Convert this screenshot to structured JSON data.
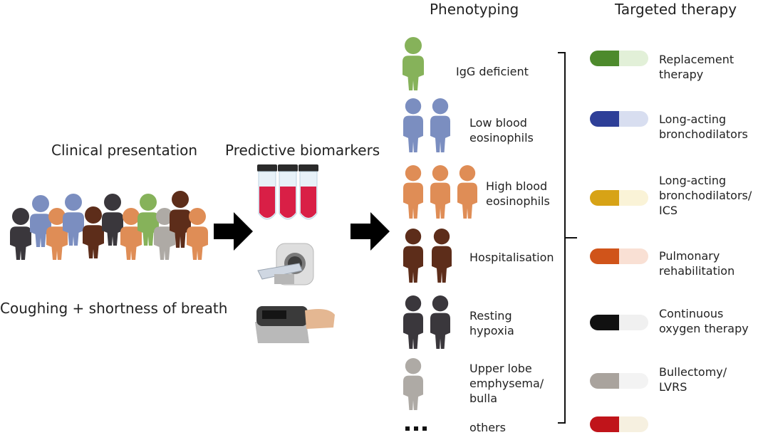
{
  "headers": {
    "clinical": "Clinical presentation",
    "biomarkers": "Predictive biomarkers",
    "phenotyping": "Phenotyping",
    "therapy": "Targeted therapy"
  },
  "clinical_caption": "Coughing + shortness of breath",
  "phenotypes": [
    {
      "lines": [
        "IgG deficient"
      ],
      "color": "#86b25a"
    },
    {
      "lines": [
        "Low blood",
        "eosinophils"
      ],
      "color": "#7b8ec0"
    },
    {
      "lines": [
        "High blood",
        "eosinophils"
      ],
      "color": "#df8d56"
    },
    {
      "lines": [
        "Hospitalisation"
      ],
      "color": "#5d2d1a"
    },
    {
      "lines": [
        "Resting",
        "hypoxia"
      ],
      "color": "#3a373c"
    },
    {
      "lines": [
        "Upper lobe",
        "emphysema/",
        "bulla"
      ],
      "color": "#aeaaa5"
    },
    {
      "lines": [
        "others"
      ],
      "color": "#111111"
    }
  ],
  "therapies": [
    {
      "lines": [
        "Replacement",
        "therapy"
      ],
      "color": "#4d8a2c",
      "light": "#e2f0d8"
    },
    {
      "lines": [
        "Long-acting",
        "bronchodilators"
      ],
      "color": "#2e3f98",
      "light": "#d8def0"
    },
    {
      "lines": [
        "Long-acting",
        "bronchodilators/",
        "ICS"
      ],
      "color": "#d7a316",
      "light": "#faf3d7"
    },
    {
      "lines": [
        "Pulmonary",
        "rehabilitation"
      ],
      "color": "#d0541a",
      "light": "#f9e0d4"
    },
    {
      "lines": [
        "Continuous",
        "oxygen therapy"
      ],
      "color": "#111111",
      "light": "#f0f0f0"
    },
    {
      "lines": [
        "Bullectomy/",
        "LVRS"
      ],
      "color": "#a9a39d",
      "light": "#f3f3f3"
    },
    {
      "lines": [],
      "color": "#c0141a",
      "light": "#f6f0e0"
    }
  ],
  "crowd_colors": [
    "#3a373c",
    "#7b8ec0",
    "#df8d56",
    "#7b8ec0",
    "#5d2d1a",
    "#3a373c",
    "#df8d56",
    "#86b25a",
    "#aeaaa5",
    "#5d2d1a",
    "#df8d56"
  ]
}
